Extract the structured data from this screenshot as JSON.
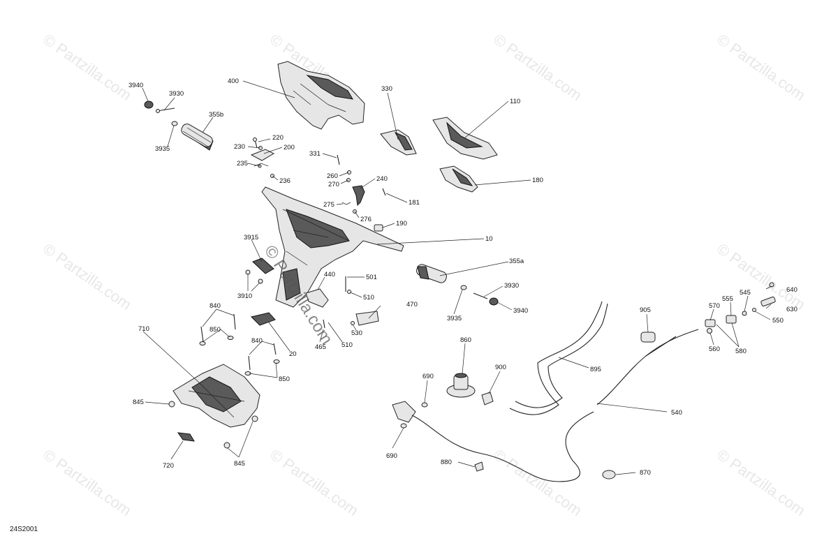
{
  "watermark": "© Partzilla.com",
  "center_watermark": "© Partzilla.com",
  "diagram_code": "24S2001",
  "labels": {
    "p400": "400",
    "p330": "330",
    "p110": "110",
    "p3940a": "3940",
    "p3930a": "3930",
    "p355b": "355b",
    "p3935a": "3935",
    "p220": "220",
    "p230": "230",
    "p200": "200",
    "p235": "235",
    "p236": "236",
    "p331": "331",
    "p260": "260",
    "p270": "270",
    "p240": "240",
    "p180": "180",
    "p181": "181",
    "p275": "275",
    "p276": "276",
    "p190": "190",
    "p10": "10",
    "p3915": "3915",
    "p3910": "3910",
    "p440": "440",
    "p501": "501",
    "p510a": "510",
    "p355a": "355a",
    "p3930b": "3930",
    "p3935b": "3935",
    "p3940b": "3940",
    "p840a": "840",
    "p850a": "850",
    "p530": "530",
    "p470": "470",
    "p465": "465",
    "p510b": "510",
    "p20": "20",
    "p840b": "840",
    "p850b": "850",
    "p710": "710",
    "p845a": "845",
    "p720": "720",
    "p845b": "845",
    "p860": "860",
    "p690a": "690",
    "p900": "900",
    "p690b": "690",
    "p880": "880",
    "p905": "905",
    "p895": "895",
    "p540": "540",
    "p870": "870",
    "p570": "570",
    "p555": "555",
    "p545": "545",
    "p640": "640",
    "p630": "630",
    "p550": "550",
    "p560": "560",
    "p580": "580"
  }
}
